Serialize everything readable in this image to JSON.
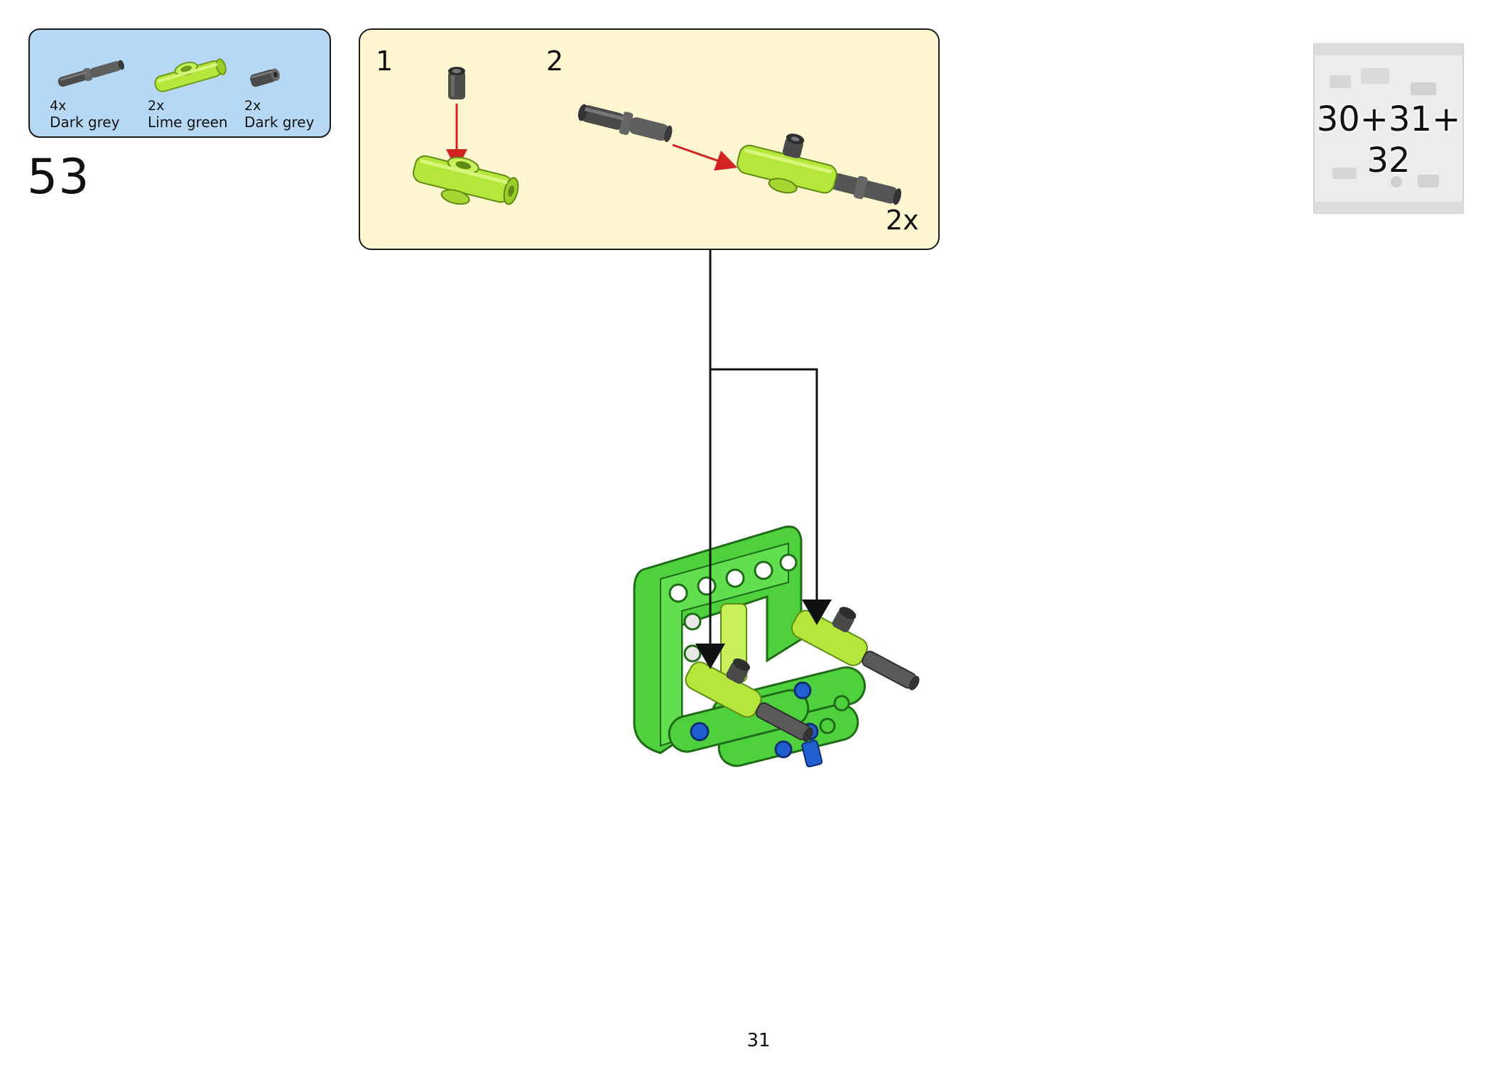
{
  "parts_list": [
    {
      "quantity": "4x",
      "color": "Dark grey",
      "icon": "axle-pin-icon"
    },
    {
      "quantity": "2x",
      "color": "Lime green",
      "icon": "axle-connector-icon"
    },
    {
      "quantity": "2x",
      "color": "Dark grey",
      "icon": "bush-icon"
    }
  ],
  "step_number": "53",
  "sub_steps": [
    {
      "number": "1"
    },
    {
      "number": "2"
    }
  ],
  "sub_assembly_multiplier": "2x",
  "bag": {
    "line1": "30+31+",
    "line2": "32"
  },
  "page_number": "31",
  "colors": {
    "parts_box_bg": "#b6d8f5",
    "sub_box_bg": "#fef5d1",
    "lime_green": "#b5e63b",
    "bright_green": "#4fd13e",
    "dark_grey": "#5a5a5a",
    "blue": "#1f5fcf",
    "arrow_red": "#d32222"
  }
}
